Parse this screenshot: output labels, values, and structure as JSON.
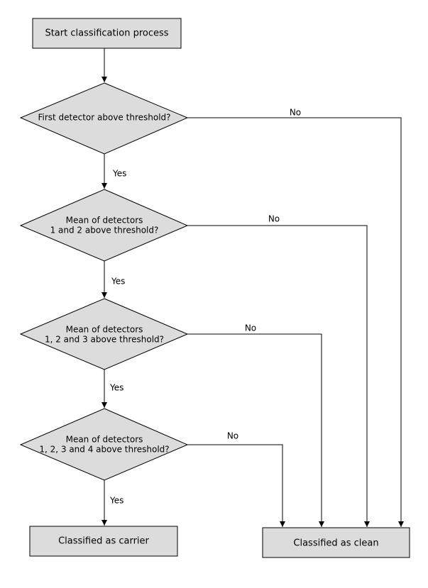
{
  "nodes": {
    "start": {
      "text": "Start classification process"
    },
    "decision1": {
      "lines": [
        "First detector above threshold?"
      ]
    },
    "decision2": {
      "lines": [
        "Mean of detectors",
        "1 and 2 above threshold?"
      ]
    },
    "decision3": {
      "lines": [
        "Mean of detectors",
        "1, 2 and 3 above threshold?"
      ]
    },
    "decision4": {
      "lines": [
        "Mean of detectors",
        "1, 2, 3 and 4 above threshold?"
      ]
    },
    "carrier": {
      "text": "Classified as carrier"
    },
    "clean": {
      "text": "Classified as clean"
    }
  },
  "edge_labels": {
    "yes1": "Yes",
    "yes2": "Yes",
    "yes3": "Yes",
    "yes4": "Yes",
    "no1": "No",
    "no2": "No",
    "no3": "No",
    "no4": "No"
  },
  "edges": [
    {
      "from": "start",
      "to": "decision1",
      "label": ""
    },
    {
      "from": "decision1",
      "to": "decision2",
      "label": "Yes"
    },
    {
      "from": "decision2",
      "to": "decision3",
      "label": "Yes"
    },
    {
      "from": "decision3",
      "to": "decision4",
      "label": "Yes"
    },
    {
      "from": "decision4",
      "to": "carrier",
      "label": "Yes"
    },
    {
      "from": "decision1",
      "to": "clean",
      "label": "No"
    },
    {
      "from": "decision2",
      "to": "clean",
      "label": "No"
    },
    {
      "from": "decision3",
      "to": "clean",
      "label": "No"
    },
    {
      "from": "decision4",
      "to": "clean",
      "label": "No"
    }
  ]
}
